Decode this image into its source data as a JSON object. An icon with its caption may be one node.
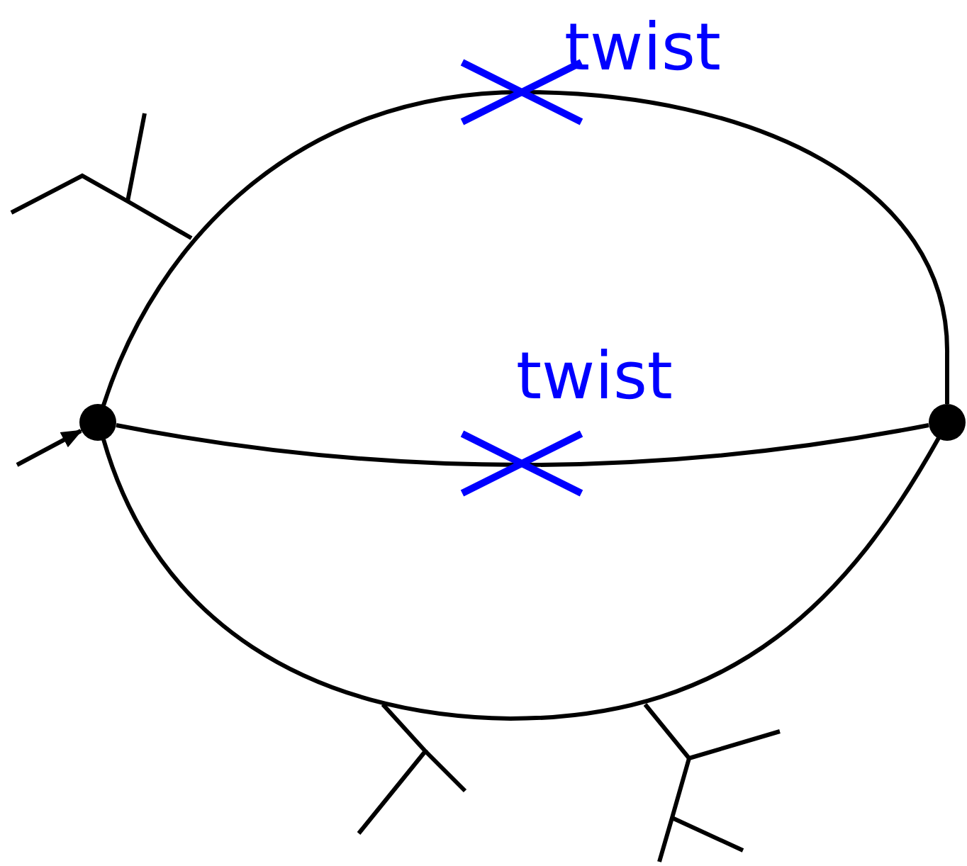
{
  "diagram": {
    "nodes": [
      {
        "text": [],
        "shape": "circle"
      },
      {
        "text": [],
        "shape": "circle"
      }
    ],
    "edges": [
      {
        "from": 0,
        "to": 1,
        "arrow": "none"
      },
      {
        "from": 0,
        "to": 1,
        "arrow": "none"
      },
      {
        "from": 0,
        "to": 1,
        "arrow": "none"
      },
      {
        "from": null,
        "to": 0,
        "arrow": "to"
      }
    ],
    "labels": [
      "twist",
      "twist"
    ]
  }
}
